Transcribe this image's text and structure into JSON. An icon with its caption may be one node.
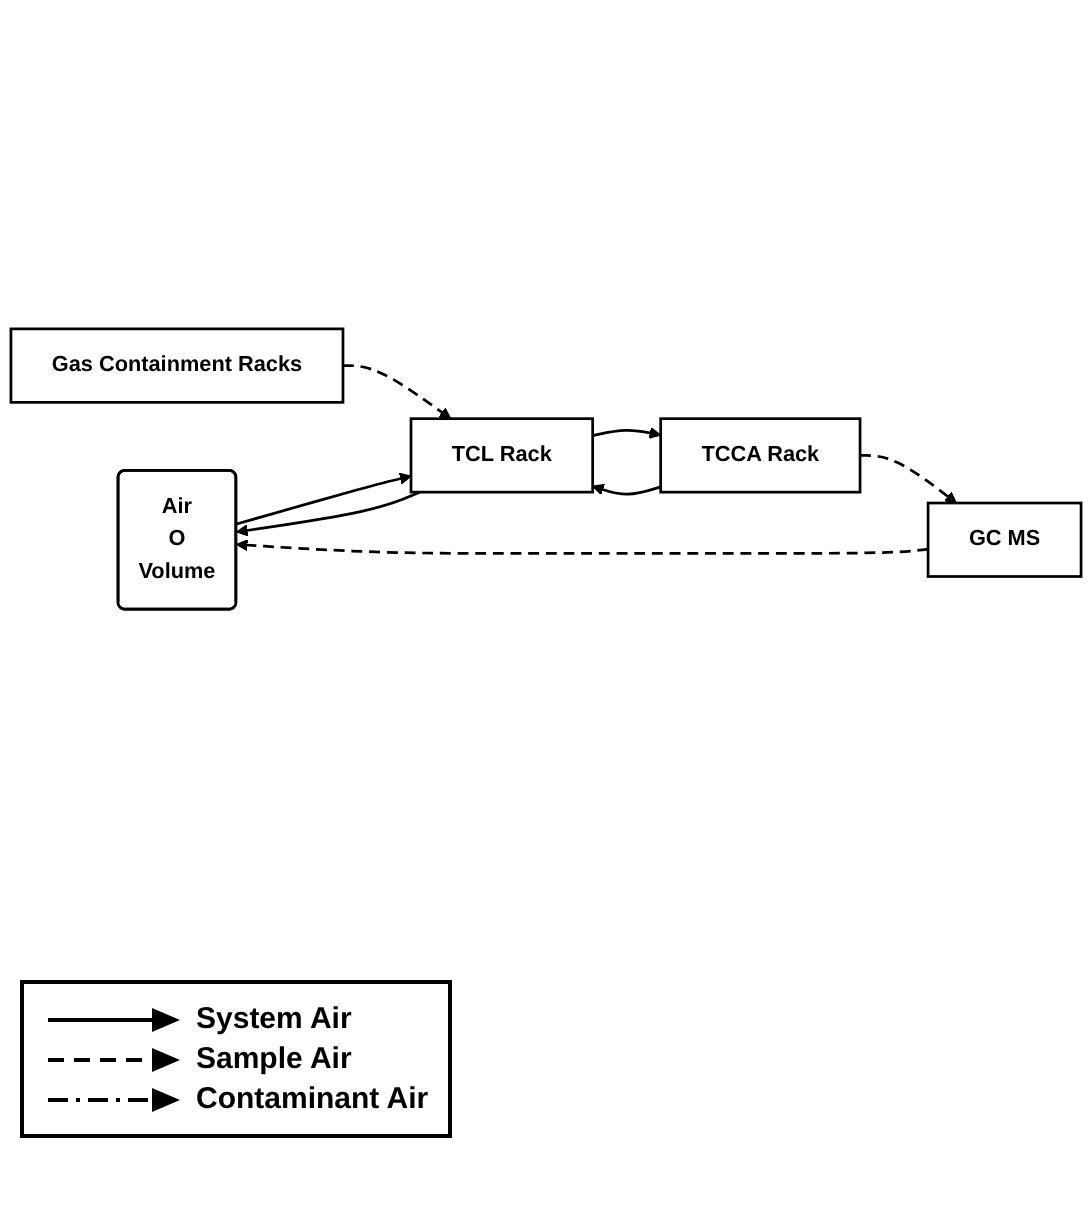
{
  "diagram": {
    "nodes": [
      {
        "text": [
          "Air",
          "O",
          "Volume"
        ]
      },
      {
        "text": [
          "TCL Rack"
        ]
      },
      {
        "text": [
          "TCCA Rack"
        ]
      },
      {
        "text": [
          "GC MS"
        ]
      },
      {
        "text": [
          "Gas Containment Racks"
        ]
      }
    ],
    "edges": [
      {
        "from": 0,
        "to": 1,
        "arrow": "to"
      },
      {
        "from": 1,
        "to": 0,
        "arrow": "to"
      },
      {
        "from": 1,
        "to": 2,
        "arrow": "to"
      },
      {
        "from": 2,
        "to": 1,
        "arrow": "to"
      },
      {
        "from": 2,
        "to": 3,
        "arrow": "to",
        "style": "dashed"
      },
      {
        "from": 3,
        "to": 0,
        "arrow": "to",
        "style": "dashed"
      },
      {
        "from": 4,
        "to": 1,
        "arrow": "to",
        "style": "dashed"
      }
    ],
    "legend": [
      {
        "text": "System Air"
      },
      {
        "text": "Sample Air"
      },
      {
        "text": "Contaminant Air"
      }
    ]
  }
}
